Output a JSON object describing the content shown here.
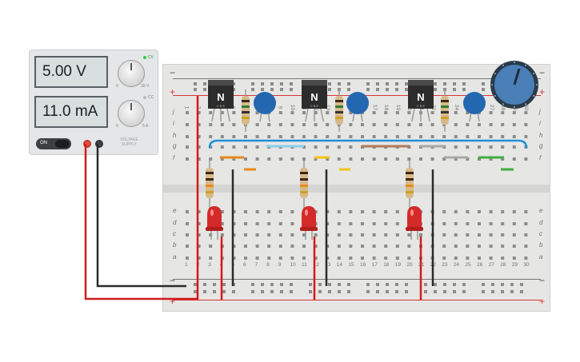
{
  "power_supply": {
    "voltage_display": "5.00 V",
    "current_display": "11.0 mA",
    "voltage_knob_min": "0",
    "voltage_knob_max": "30 V",
    "current_knob_min": "0",
    "current_knob_max": "5 A",
    "cv_label": "CV",
    "cc_label": "CC",
    "on_label": "ON",
    "brand_line1": "VOLTAGE",
    "brand_line2": "SUPPLY"
  },
  "breadboard": {
    "rail_minus": "−",
    "rail_plus": "+",
    "top_row_labels": [
      "j",
      "i",
      "h",
      "g",
      "f"
    ],
    "bottom_row_labels": [
      "e",
      "d",
      "c",
      "b",
      "a"
    ],
    "column_labels": [
      "1",
      "2",
      "3",
      "4",
      "5",
      "6",
      "7",
      "8",
      "9",
      "10",
      "11",
      "12",
      "13",
      "14",
      "15",
      "16",
      "17",
      "18",
      "19",
      "20",
      "21",
      "22",
      "23",
      "24",
      "25",
      "26",
      "27",
      "28",
      "29",
      "30"
    ]
  },
  "components": {
    "transistor_label": "N",
    "transistor_pins": "C B E",
    "transistor_count": 3,
    "led_color": "red",
    "capacitor_color": "#2367b0",
    "potentiometer_color": "#4a7fb8"
  },
  "colors": {
    "wire_red": "#d11b1b",
    "wire_black": "#2b2b2b",
    "wire_blue": "#1e8fd8",
    "rail_red": "#d93636",
    "rail_dark": "#666666"
  }
}
